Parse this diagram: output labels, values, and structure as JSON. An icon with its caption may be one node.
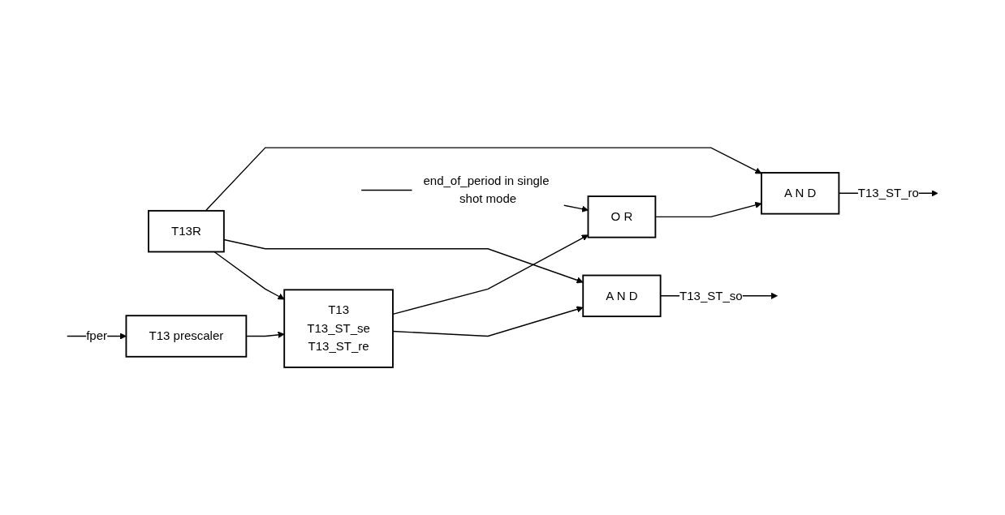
{
  "diagram": {
    "nodes": [
      {
        "text": [
          "T13R"
        ]
      },
      {
        "text": [
          "T13",
          "T13_ST_se",
          "T13_ST_re"
        ]
      },
      {
        "text": [
          "T13 prescaler"
        ]
      },
      {
        "text": [
          "A N D"
        ]
      },
      {
        "text": [
          "O R"
        ]
      },
      {
        "text": [
          "A N D"
        ]
      }
    ],
    "edges": [
      {
        "from": 0,
        "to": 1,
        "arrow": "to"
      },
      {
        "from": 0,
        "to": 3,
        "arrow": "to"
      },
      {
        "from": 0,
        "to": 5,
        "arrow": "to"
      },
      {
        "from": 1,
        "to": 3,
        "arrow": "to"
      },
      {
        "from": 1,
        "to": 4,
        "arrow": "to"
      },
      {
        "from": null,
        "to": 4,
        "arrow": "to",
        "label": "end_of_period in single shot mode"
      },
      {
        "from": 4,
        "to": 5,
        "arrow": "to"
      },
      {
        "from": 2,
        "to": 1,
        "arrow": "to"
      },
      {
        "from": null,
        "to": 2,
        "arrow": "to",
        "label": "fper"
      },
      {
        "from": 3,
        "to": null,
        "arrow": "to",
        "label": "T13_ST_so"
      },
      {
        "from": 5,
        "to": null,
        "arrow": "to",
        "label": "T13_ST_ro"
      }
    ]
  }
}
